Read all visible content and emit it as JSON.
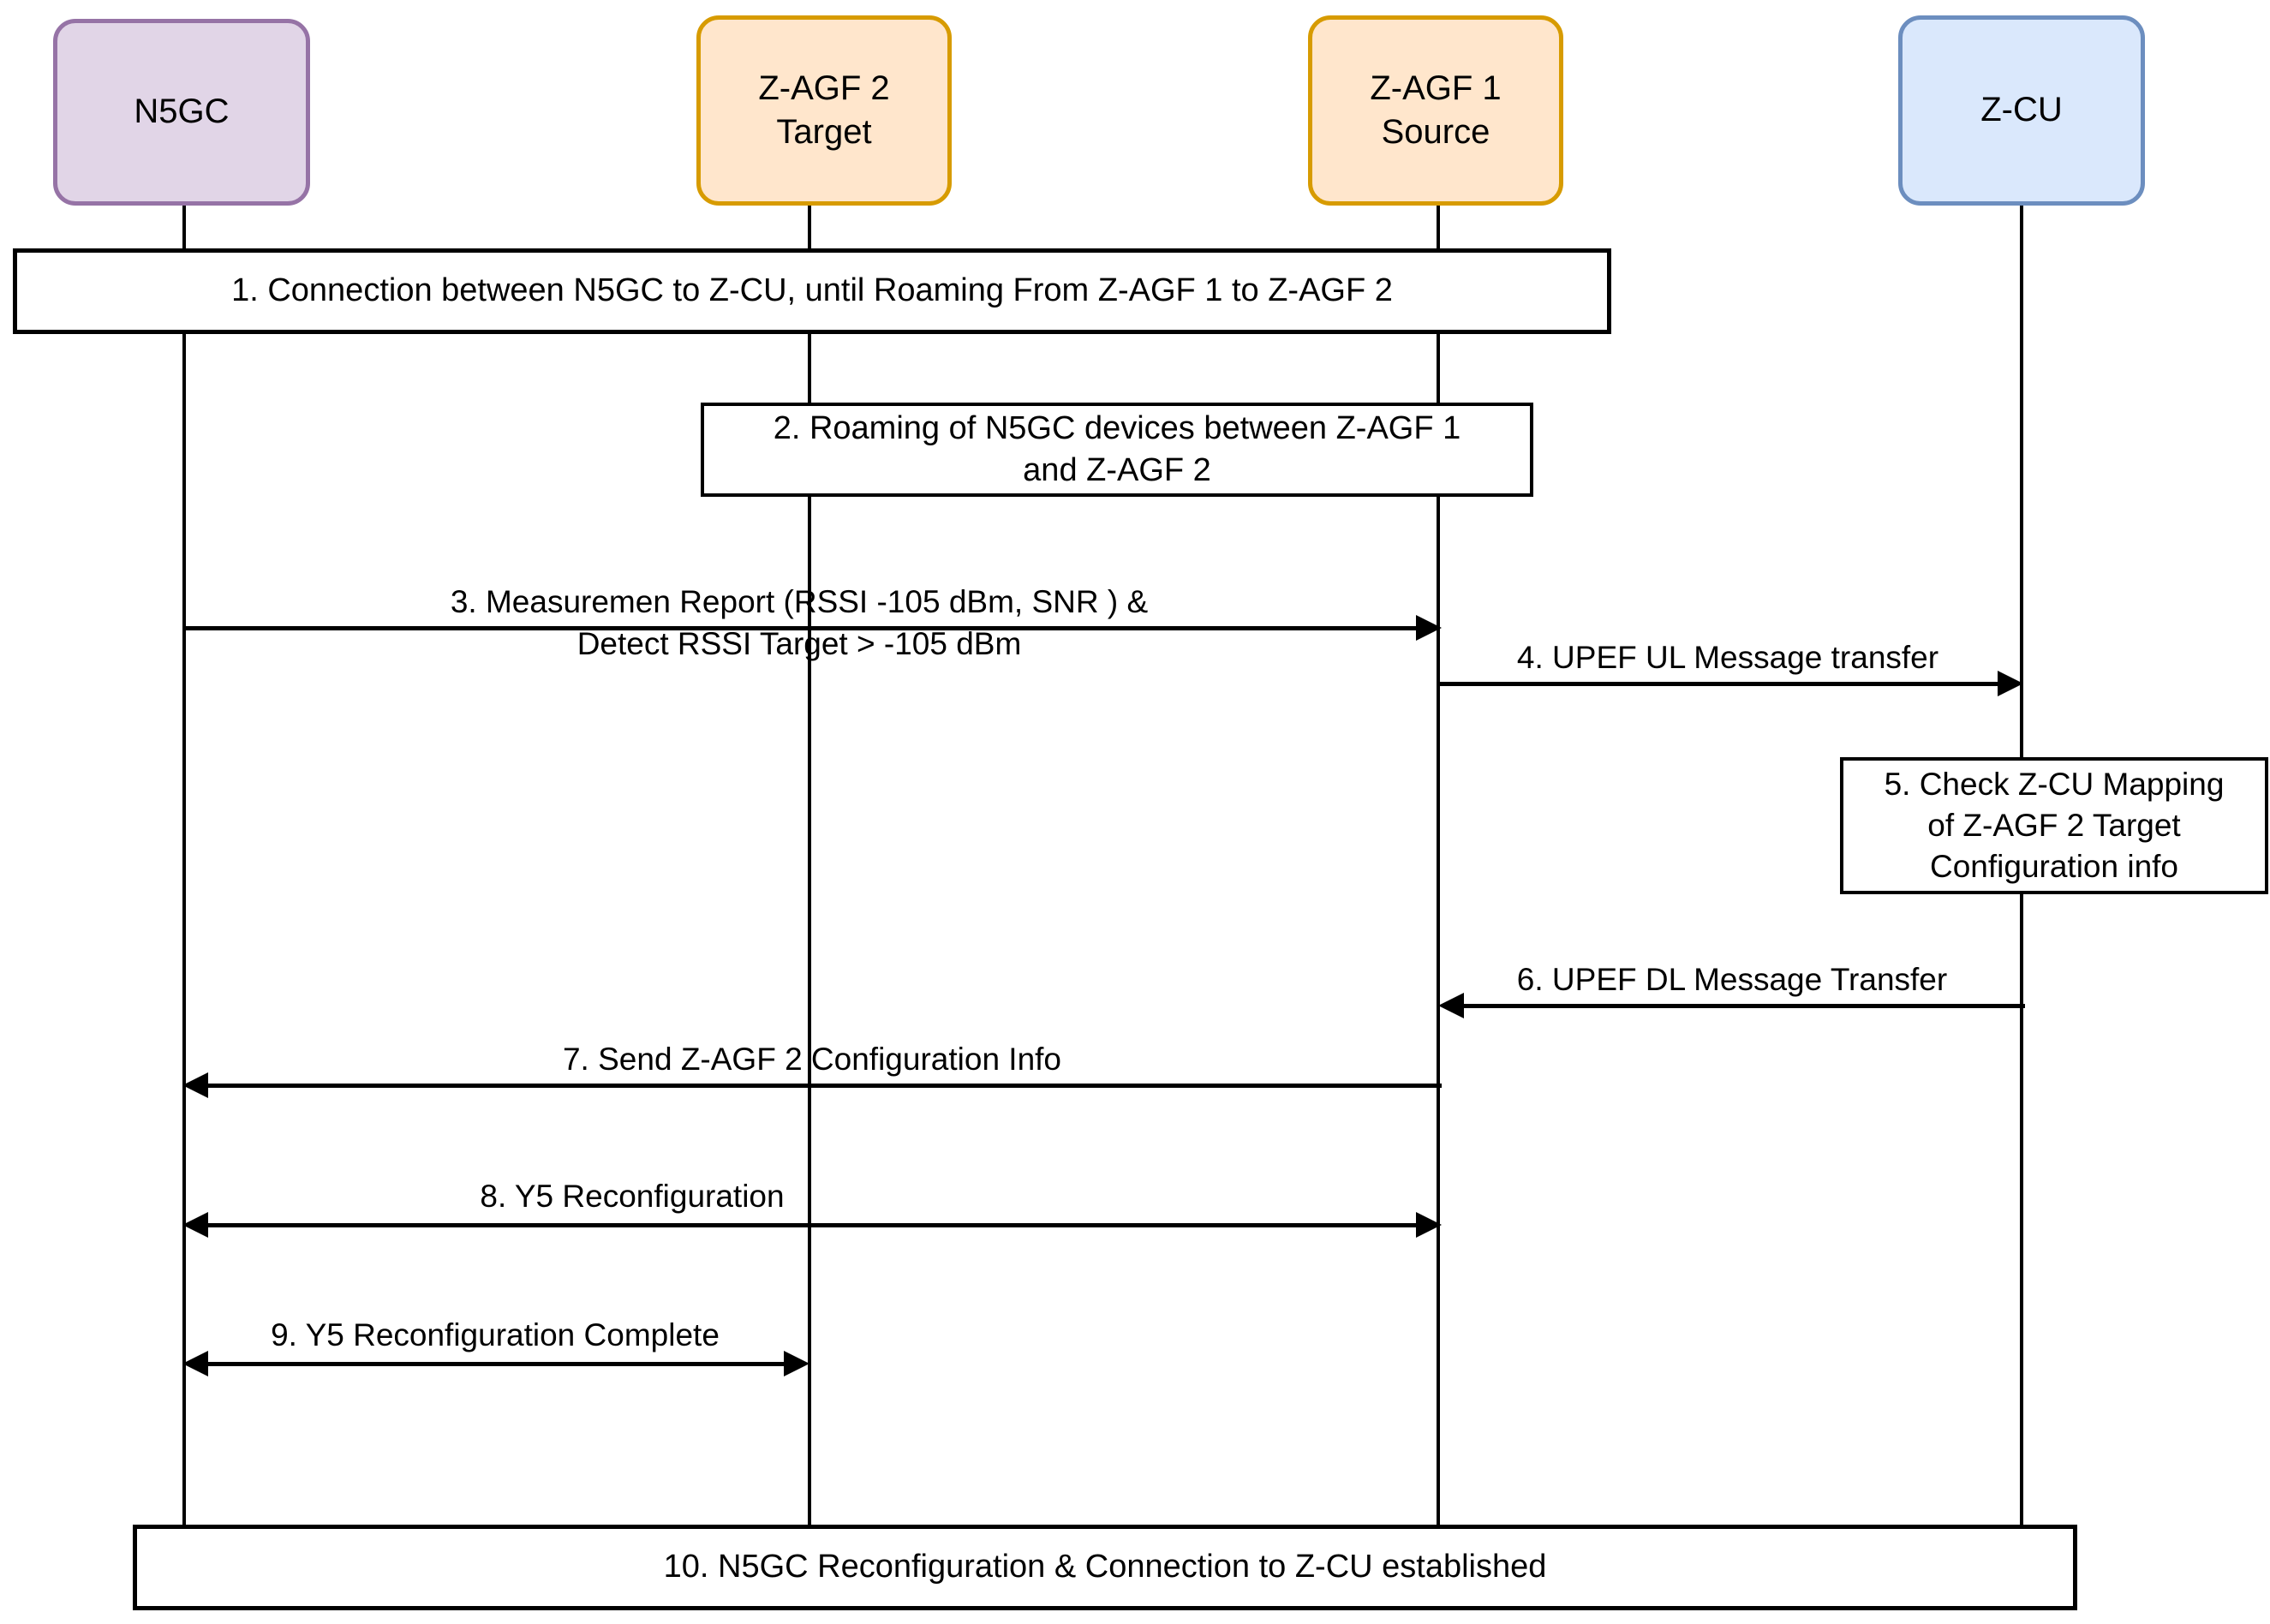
{
  "diagram": {
    "type": "sequence-diagram",
    "title": "N5GC Roaming from Z-AGF 1 to Z-AGF 2 sequence",
    "participants": [
      {
        "id": "n5gc",
        "label": "N5GC",
        "fill": "#e1d5e7",
        "stroke": "#9673a6"
      },
      {
        "id": "zagf2",
        "label": "Z-AGF 2\nTarget",
        "fill": "#ffe6cc",
        "stroke": "#d79b00"
      },
      {
        "id": "zagf1",
        "label": "Z-AGF 1\nSource",
        "fill": "#ffe6cc",
        "stroke": "#d79b00"
      },
      {
        "id": "zcu",
        "label": "Z-CU",
        "fill": "#dae8fc",
        "stroke": "#6c8ebf"
      }
    ],
    "steps": [
      {
        "n": "1",
        "kind": "note",
        "text": "1. Connection between N5GC to Z-CU, until Roaming From Z-AGF 1 to Z-AGF 2",
        "span": "n5gc..zagf1"
      },
      {
        "n": "2",
        "kind": "note",
        "text": "2. Roaming of N5GC devices between Z-AGF 1\nand Z-AGF 2",
        "span": "zagf2..zagf1"
      },
      {
        "n": "3",
        "kind": "message",
        "text": "3. Measuremen Report (RSSI -105 dBm, SNR ) &\nDetect RSSI Target > -105 dBm",
        "from": "n5gc",
        "to": "zagf1",
        "direction": "right"
      },
      {
        "n": "4",
        "kind": "message",
        "text": "4. UPEF UL Message transfer",
        "from": "zagf1",
        "to": "zcu",
        "direction": "right"
      },
      {
        "n": "5",
        "kind": "note",
        "text": "5. Check Z-CU Mapping\nof Z-AGF 2 Target\nConfiguration info",
        "span": "zcu"
      },
      {
        "n": "6",
        "kind": "message",
        "text": "6. UPEF DL Message Transfer",
        "from": "zcu",
        "to": "zagf1",
        "direction": "left"
      },
      {
        "n": "7",
        "kind": "message",
        "text": "7. Send Z-AGF 2 Configuration Info",
        "from": "zagf1",
        "to": "n5gc",
        "direction": "left"
      },
      {
        "n": "8",
        "kind": "message",
        "text": "8. Y5 Reconfiguration",
        "from": "n5gc",
        "to": "zagf1",
        "direction": "both"
      },
      {
        "n": "9",
        "kind": "message",
        "text": "9. Y5 Reconfiguration Complete",
        "from": "n5gc",
        "to": "zagf2",
        "direction": "both"
      },
      {
        "n": "10",
        "kind": "note",
        "text": "10. N5GC Reconfiguration & Connection to Z-CU established",
        "span": "n5gc..zcu"
      }
    ]
  }
}
